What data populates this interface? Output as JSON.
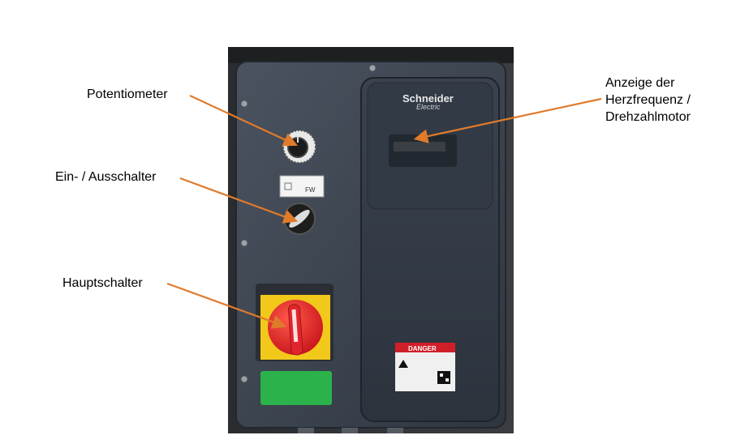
{
  "labels": {
    "potentiometer": "Potentiometer",
    "switch": "Ein- / Ausschalter",
    "main_switch": "Hauptschalter",
    "display_line1": "Anzeige der",
    "display_line2": "Herzfrequenz /",
    "display_line3": "Drehzahlmotor"
  },
  "panel": {
    "brand": "Schneider",
    "brand_sub": "Electric",
    "danger": "DANGER",
    "selector_mark": "FW"
  },
  "colors": {
    "arrow": "#e07b2c",
    "enclosure": "#3a4350",
    "door": "#333b47",
    "knob_red": "#e0262c",
    "plate_yellow": "#f2c81a",
    "tag_green": "#2bb24a"
  }
}
